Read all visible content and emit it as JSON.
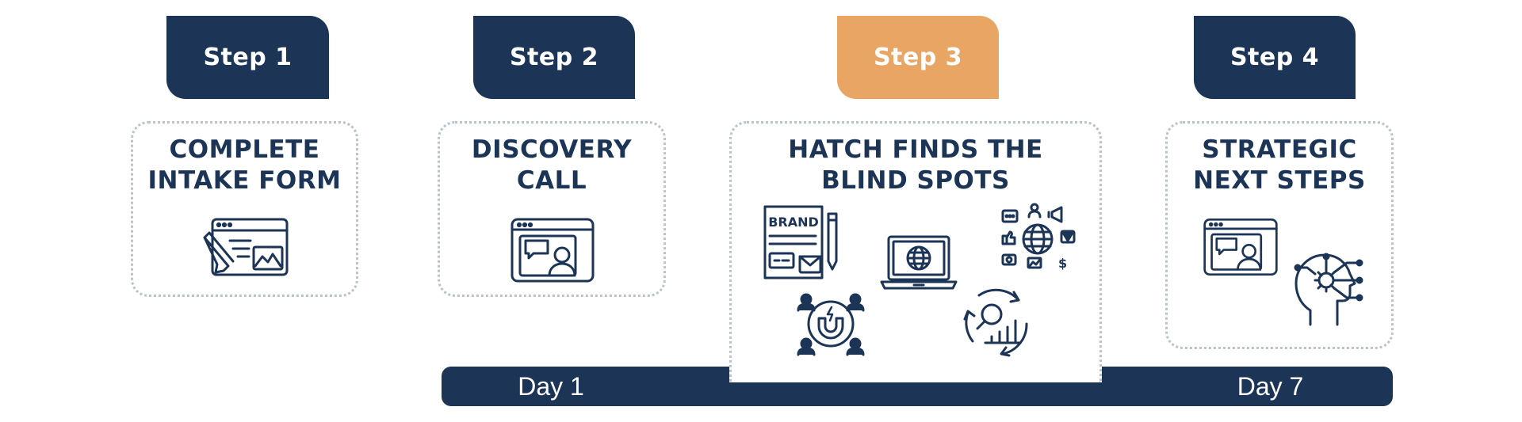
{
  "colors": {
    "navy": "#1c3557",
    "orange": "#e9a563",
    "border": "#b9c3cb"
  },
  "steps": [
    {
      "tab_label": "Step 1",
      "title_lines": [
        "COMPLETE",
        "INTAKE FORM"
      ],
      "icons": [
        "web-form-edit-icon"
      ]
    },
    {
      "tab_label": "Step 2",
      "title_lines": [
        "DISCOVERY",
        "CALL"
      ],
      "icons": [
        "video-call-chat-icon"
      ]
    },
    {
      "tab_label": "Step 3",
      "title_lines": [
        "HATCH FINDS THE",
        "BLIND SPOTS"
      ],
      "icons": [
        "brand-document-icon",
        "laptop-globe-icon",
        "social-network-globe-icon",
        "magnet-attract-people-icon",
        "analytics-search-cycle-icon"
      ]
    },
    {
      "tab_label": "Step 4",
      "title_lines": [
        "STRATEGIC",
        "NEXT STEPS"
      ],
      "icons": [
        "video-call-chat-icon",
        "head-gear-circuit-icon"
      ]
    }
  ],
  "brand_icon_text": "BRAND",
  "timeline": {
    "start_label": "Day 1",
    "end_label": "Day 7"
  }
}
